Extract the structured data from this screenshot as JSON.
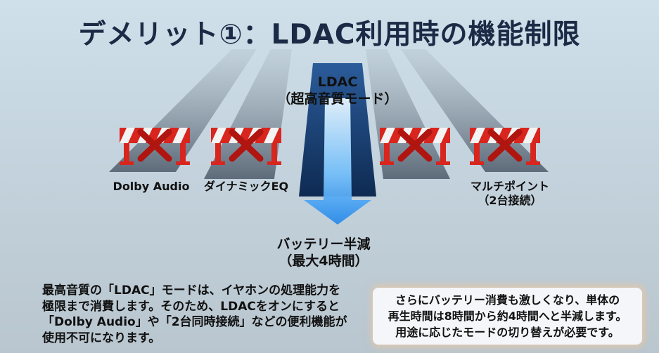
{
  "title": "デメリット①：LDAC利用時の機能制限",
  "center": {
    "mode_name": "LDAC",
    "mode_sub": "（超高音質モード）",
    "result_main": "バッテリー半減",
    "result_sub": "（最大4時間）"
  },
  "blocked_features": [
    {
      "label": "Dolby Audio",
      "sub": ""
    },
    {
      "label": "ダイナミックEQ",
      "sub": ""
    },
    {
      "label": "",
      "sub": ""
    },
    {
      "label": "マルチポイント",
      "sub": "（2台接続）"
    }
  ],
  "description": {
    "lines": [
      "最高音質の「LDAC」モードは、イヤホンの処理能力を",
      "極限まで消費します。そのため、LDACをオンにすると",
      "「Dolby Audio」や「2台同時接続」などの便利機能が",
      "使用不可になります。"
    ]
  },
  "note": {
    "lines": [
      "さらにバッテリー消費も激しくなり、単体の",
      "再生時間は8時間から約4時間へと半減します。",
      "用途に応じたモードの切り替えが必要です。"
    ]
  },
  "colors": {
    "barrier": "#d8251e",
    "arrow": "#3aa0f0",
    "title": "#1b2a45"
  }
}
